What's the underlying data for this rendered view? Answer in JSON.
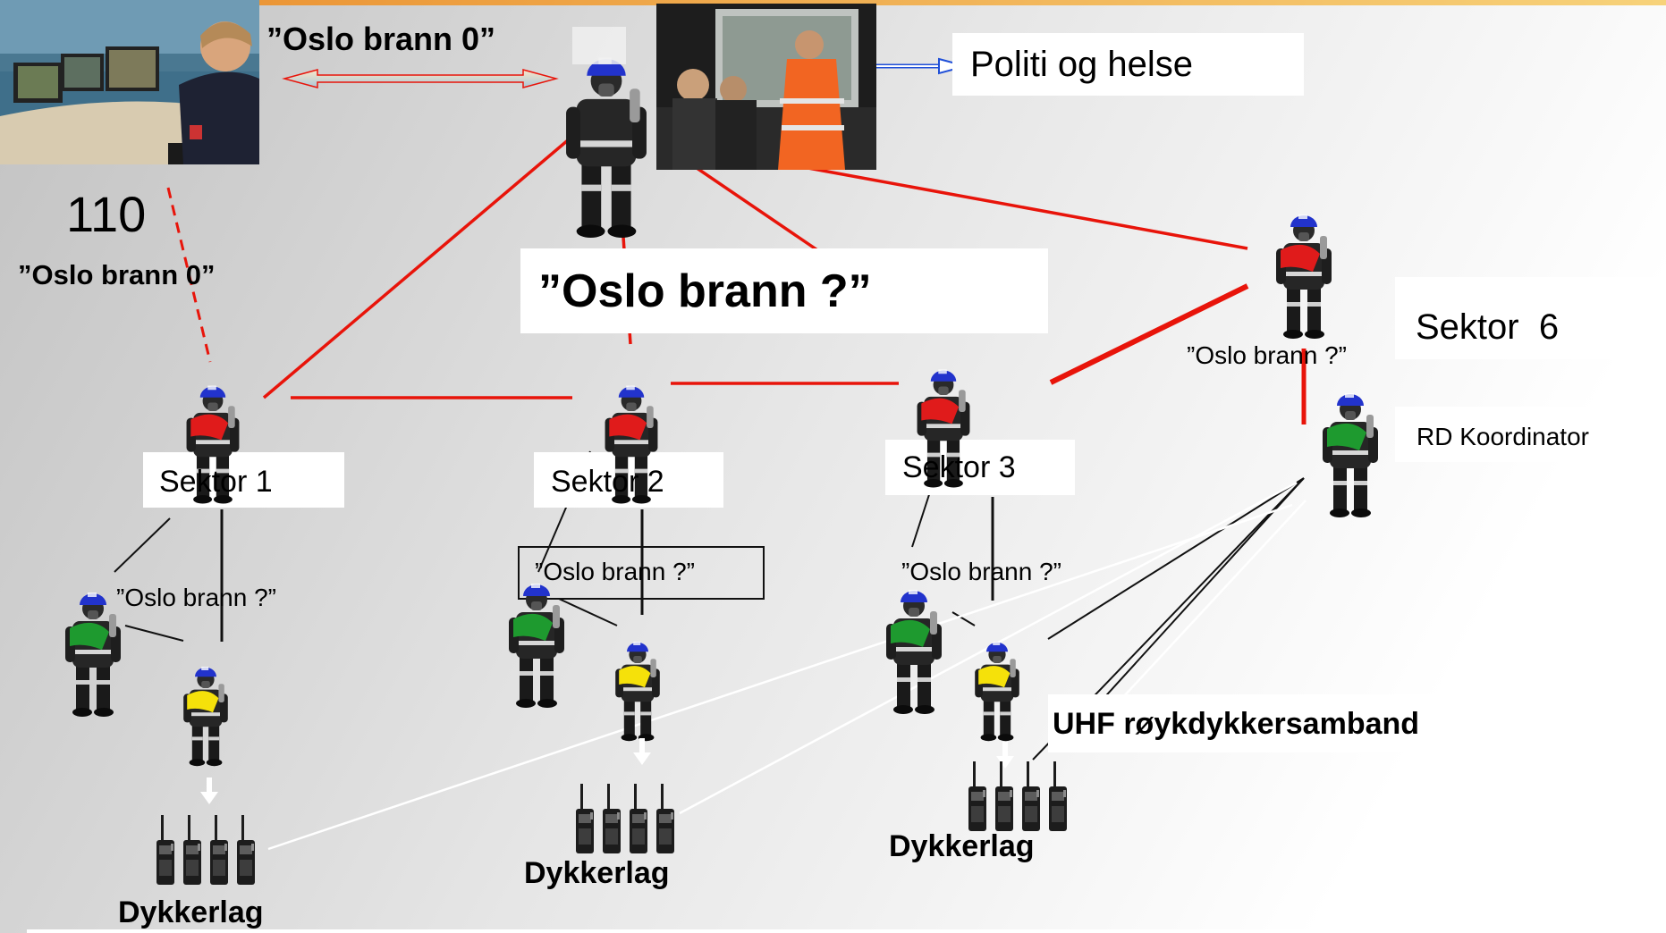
{
  "colors": {
    "link_red": "#e8140a",
    "link_black": "#111111",
    "radio_link": "#ffffff",
    "arrow_blue": "#1f4fd8",
    "helmet": "#2233cc",
    "shoulder_red": "#e01b1b",
    "shoulder_green": "#1e9a2f",
    "shoulder_yellow": "#f5e10a",
    "top_bar": "#f0a833"
  },
  "top": {
    "center_call": "”Oslo brann 0”",
    "politi": "Politi og helse"
  },
  "central": {
    "number": "110",
    "call": "”Oslo brann 0”"
  },
  "headline": "”Oslo brann ?”",
  "sectors": [
    {
      "label": "Sektor 1",
      "call": "”Oslo brann ?”",
      "team": "Dykkerlag"
    },
    {
      "label": "Sektor 2",
      "call": "”Oslo brann ?”",
      "team": "Dykkerlag"
    },
    {
      "label": "Sektor 3",
      "call": "”Oslo brann ?”",
      "team": "Dykkerlag"
    }
  ],
  "sector6": {
    "label": "Sektor  6",
    "call": "”Oslo brann ?”",
    "coordinator": "RD Koordinator"
  },
  "uhf": "UHF røykdykkersamband",
  "icons": [
    "firefighter-icon",
    "radio-icon",
    "arrow-down-icon",
    "double-arrow-icon",
    "operator-photo",
    "command-vehicle-photo"
  ]
}
